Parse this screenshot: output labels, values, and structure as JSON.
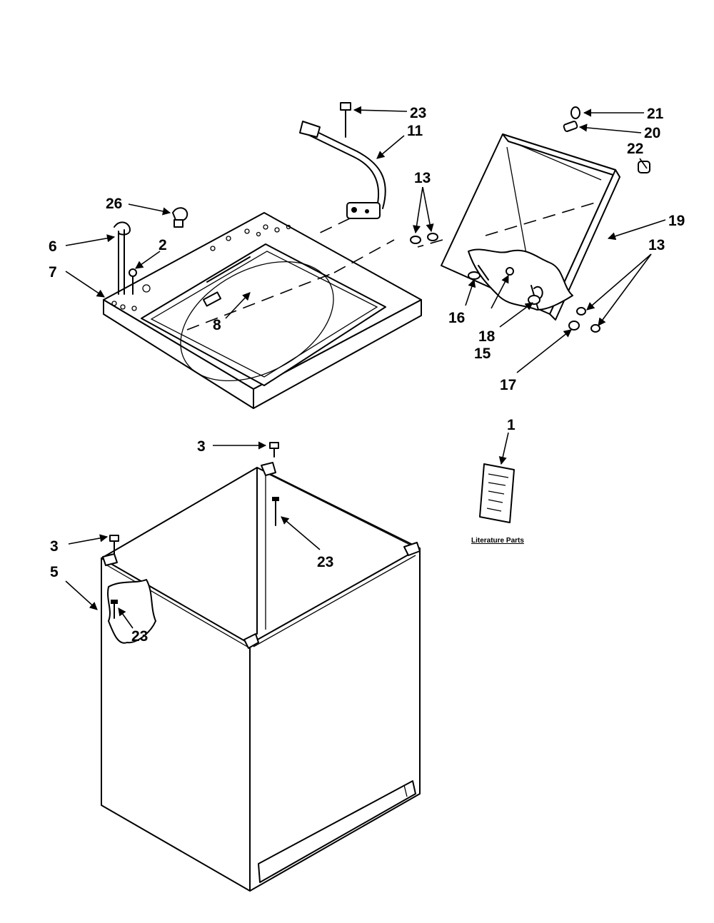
{
  "callouts": {
    "c23_top": "23",
    "c11": "11",
    "c21": "21",
    "c20": "20",
    "c22": "22",
    "c13_left": "13",
    "c26": "26",
    "c19": "19",
    "c13_right": "13",
    "c6": "6",
    "c2": "2",
    "c7": "7",
    "c8": "8",
    "c16": "16",
    "c18": "18",
    "c15": "15",
    "c17": "17",
    "c1": "1",
    "c3_mid": "3",
    "c23_mid": "23",
    "c3_left": "3",
    "c5": "5",
    "c23_low": "23"
  },
  "literature_caption": "Literature Parts",
  "colors": {
    "line": "#000000",
    "background": "#ffffff"
  }
}
